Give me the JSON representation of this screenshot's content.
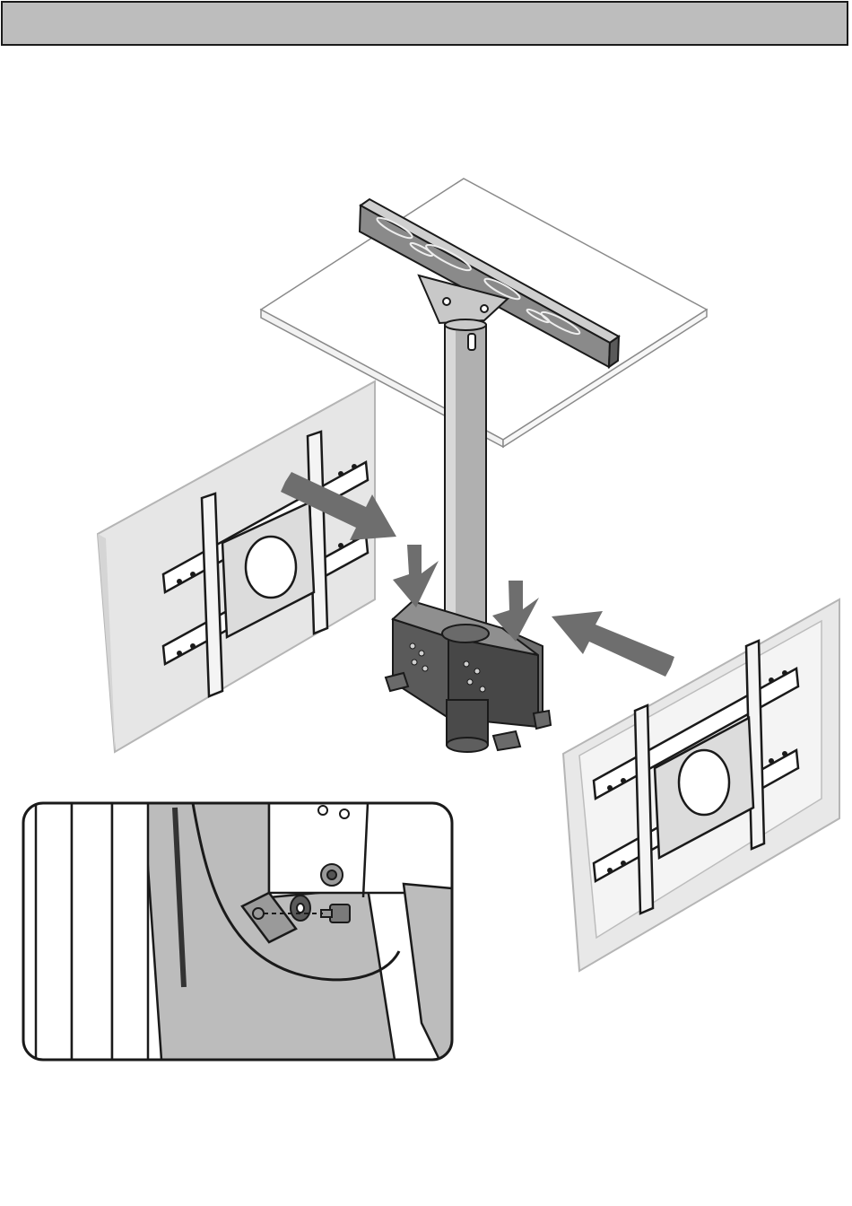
{
  "header": {
    "title": ""
  },
  "colors": {
    "header_fill": "#bdbdbd",
    "outline": "#1a1a1a",
    "arrow": "#6e6e6e",
    "pole": "#b0b0b0",
    "metal_dark": "#555555",
    "panel": "#e6e6e6",
    "detail_fill": "#bcbcbc"
  },
  "diagram": {
    "components": [
      "ceiling-plate",
      "wood-joist",
      "extension-pole",
      "dual-head-adapter",
      "left-display-bracket",
      "right-display-bracket",
      "detail-inset"
    ],
    "arrows": [
      "left-slide-arrow",
      "left-down-arrow",
      "right-down-arrow",
      "right-slide-arrow"
    ],
    "hardware_icons": [
      "nut-icon",
      "washer-icon",
      "bolt-icon"
    ]
  }
}
